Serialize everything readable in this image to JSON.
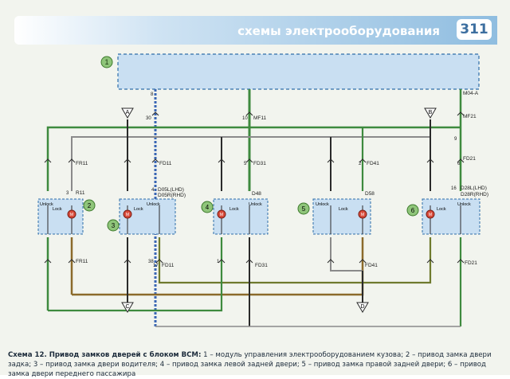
{
  "header": {
    "title": "схемы электрооборудования",
    "page_number": "311"
  },
  "caption": {
    "label": "Схема 12. Привод замков дверей с блоком BCM:",
    "text": "1 – модуль управления электрооборудованием кузова; 2 – привод замка двери задка; 3 – привод замка двери водителя; 4 – привод замка левой задней двери; 5 – привод замка правой задней двери; 6 – привод замка двери переднего пассажира"
  },
  "diagram": {
    "bcm": {
      "callout": "1"
    },
    "connector_labels": {
      "m04a": "M04-A",
      "mf11": "MF11",
      "mf21": "MF21",
      "fr11_top": "FR11",
      "fd11_top": "FD11",
      "fd31_top": "FD31",
      "fd41_top": "FD41",
      "fd21_top": "FD21",
      "fr11_bot": "FR11",
      "fd11_bot": "FD11",
      "fd31_bot": "FD31",
      "fd41_bot": "FD41",
      "fd21_bot": "FD21",
      "r11": "R11",
      "d05l": "D05L(LHD)",
      "d05r": "D05R(RHD)",
      "d48": "D48",
      "d58": "D58",
      "d28l": "D28L(LHD)",
      "d28r": "D28R(RHD)"
    },
    "pins": {
      "p8": "8",
      "p30": "30",
      "p10": "10",
      "p38": "38",
      "p17": "17",
      "p1": "1",
      "p2": "2",
      "p3": "3",
      "p4": "4",
      "p5": "5",
      "p6": "6",
      "p9": "9",
      "p16": "16"
    },
    "arrows": {
      "a": "A",
      "b": "B",
      "c": "C",
      "d": "D"
    },
    "actuators": [
      {
        "callout": "2",
        "unlock": "Unlock",
        "lock": "Lock",
        "motor": "M"
      },
      {
        "callout": "3",
        "unlock": "Unlock",
        "lock": "Lock",
        "motor": "M"
      },
      {
        "callout": "4",
        "unlock": "Unlock",
        "lock": "Lock",
        "motor": "M"
      },
      {
        "callout": "5",
        "unlock": "Unlock",
        "lock": "Lock",
        "motor": "M"
      },
      {
        "callout": "6",
        "unlock": "Unlock",
        "lock": "Lock",
        "motor": "M"
      }
    ],
    "wire_colors": {
      "green": "#3e8a3e",
      "blue": "#3a66b4",
      "black": "#2a2a2a",
      "gray": "#8a8a8a",
      "brown": "#8b6a2b",
      "olive": "#6f7a2e"
    }
  }
}
